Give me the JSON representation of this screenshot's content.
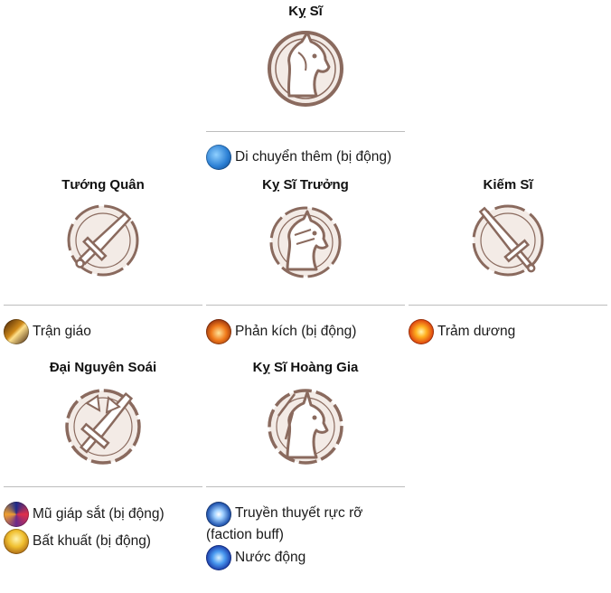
{
  "colors": {
    "emblem_stroke": "#8a6a5e",
    "emblem_fill": "#f3ebe6",
    "divider": "#bdbdbd"
  },
  "units": {
    "ky_si": {
      "name": "Kỵ Sĩ",
      "icon": "horse-head-icon"
    },
    "tuong_quan": {
      "name": "Tướng Quân",
      "icon": "sword-icon"
    },
    "ky_si_truong": {
      "name": "Kỵ Sĩ Trưởng",
      "icon": "armored-horse-icon"
    },
    "kiem_si": {
      "name": "Kiếm Sĩ",
      "icon": "long-sword-icon"
    },
    "dai_nguyen_soai": {
      "name": "Đại Nguyên Soái",
      "icon": "crossed-swords-icon"
    },
    "ky_si_hoang_gia": {
      "name": "Kỵ Sĩ Hoàng Gia",
      "icon": "royal-horse-icon"
    }
  },
  "skills": {
    "ky_si": [
      {
        "label": "Di chuyển thêm (bị động)",
        "icon": "extra-move-icon",
        "color": "#2b7fd4"
      }
    ],
    "tuong_quan": [
      {
        "label": "Trận giáo",
        "icon": "spear-strike-icon",
        "color": "#d08a1a"
      }
    ],
    "ky_si_truong": [
      {
        "label": "Phản kích (bị động)",
        "icon": "counter-attack-icon",
        "color": "#d2451a"
      }
    ],
    "kiem_si": [
      {
        "label": "Trảm dương",
        "icon": "fire-burst-icon",
        "color": "#f08a10"
      }
    ],
    "dai_nguyen_soai": [
      {
        "label": "Mũ giáp sắt (bị động)",
        "icon": "iron-helmet-icon",
        "color": "#6a2a8a"
      },
      {
        "label": "Bất khuất (bị động)",
        "icon": "indomitable-icon",
        "color": "#e0a020"
      }
    ],
    "ky_si_hoang_gia": [
      {
        "label": "Truyền thuyết rực rỡ",
        "label_cont": "(faction buff)",
        "icon": "legend-buff-icon",
        "color": "#2a5fb8"
      },
      {
        "label": "Nước động",
        "icon": "water-whirl-icon",
        "color": "#2a66d8"
      }
    ]
  }
}
